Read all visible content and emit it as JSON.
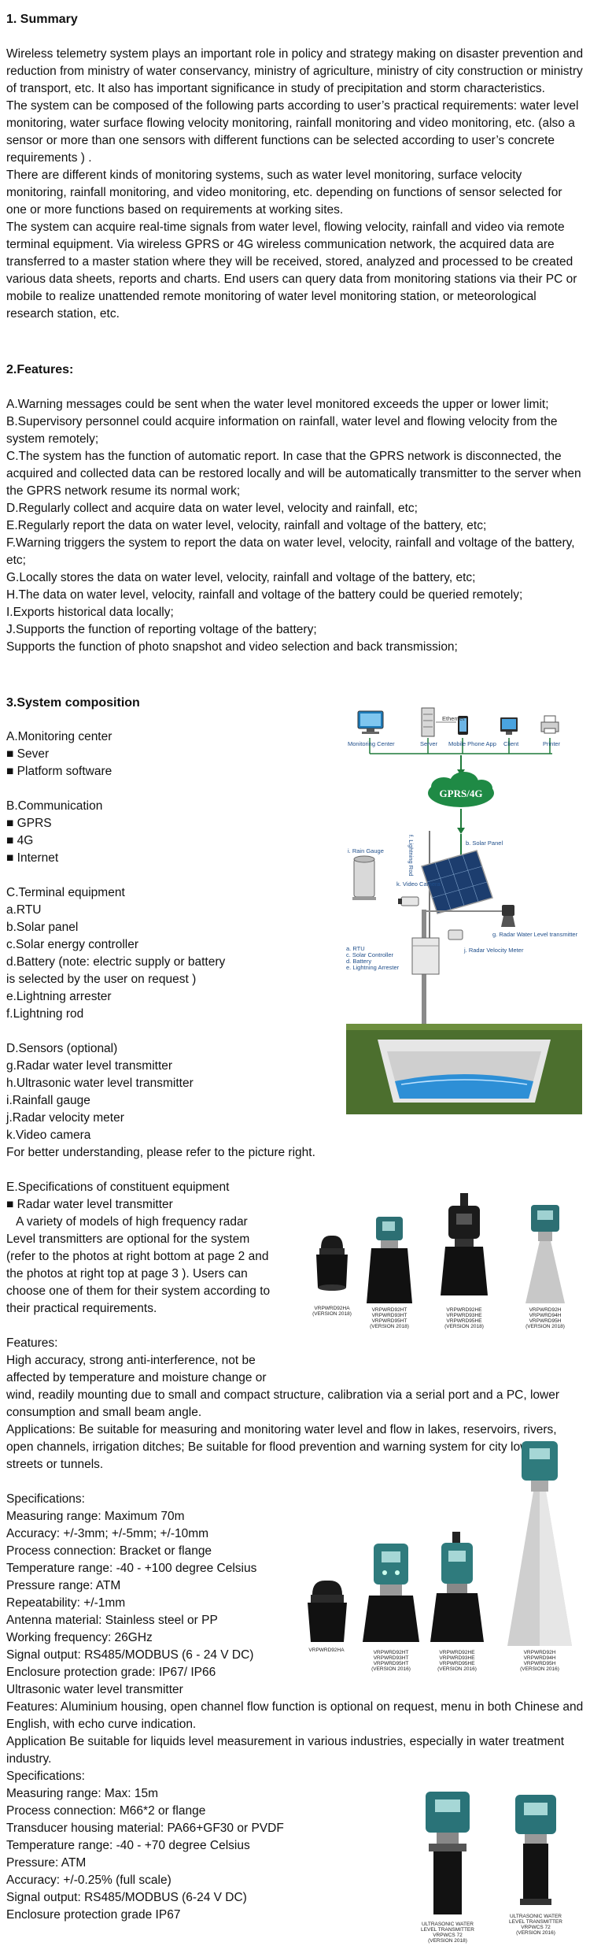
{
  "summary": {
    "title": "1. Summary",
    "paragraphs": [
      "Wireless telemetry system plays an important role in policy and strategy making on  disaster prevention and reduction from ministry of water conservancy, ministry of agriculture, ministry of city construction or ministry of transport, etc. It also has important significance in study of precipitation and storm characteristics.",
      "The system can be composed of the following parts according to user’s practical requirements: water level monitoring, water surface flowing velocity monitoring, rainfall monitoring and video monitoring, etc. (also a sensor or more than one sensors with different functions can be selected according to user’s concrete requirements ) .",
      "There are different kinds of monitoring systems, such as water level monitoring, surface velocity monitoring, rainfall monitoring, and video monitoring, etc. depending on functions of sensor selected for one or more functions based on requirements at working sites.",
      "The system can acquire real-time signals from water level, flowing velocity, rainfall and video via remote terminal equipment. Via wireless GPRS or 4G wireless communication network, the acquired data are transferred to a master station where they will be received, stored, analyzed and processed to be created various data sheets, reports and charts. End users can query data from monitoring stations via their PC or mobile to realize unattended remote monitoring of water level monitoring station, or meteorological research station, etc."
    ]
  },
  "features": {
    "title": "2.Features:",
    "items": [
      "A.Warning messages could be sent when the water level monitored exceeds the upper or  lower limit;",
      "B.Supervisory personnel could acquire information on rainfall, water level and flowing velocity from the system remotely;",
      "C.The system has the function of automatic report. In case that the GPRS network is disconnected, the acquired and collected data can be restored locally and will be automatically transmitter to the server when the GPRS network resume its normal work;",
      "D.Regularly collect and acquire data on water level, velocity and rainfall, etc;",
      "E.Regularly report the data on water level, velocity, rainfall and voltage of the battery, etc;",
      "F.Warning triggers the system to report the data on water level, velocity, rainfall and voltage of the battery, etc;",
      "G.Locally stores the data on water level, velocity, rainfall and voltage of the battery, etc;",
      "H.The data on water level, velocity, rainfall and voltage of the battery could be queried remotely;",
      "I.Exports historical data locally;",
      "J.Supports the function of reporting voltage of the battery;",
      "Supports the function of photo snapshot and video selection and back transmission;"
    ]
  },
  "composition": {
    "title": "3.System composition",
    "lines": [
      "A.Monitoring center",
      "■ Sever",
      "■ Platform software",
      "",
      "B.Communication",
      "■ GPRS",
      "■ 4G",
      "■ Internet",
      "",
      "C.Terminal equipment",
      "a.RTU",
      "b.Solar panel",
      "c.Solar energy controller",
      "d.Battery (note: electric supply or battery",
      "is selected by the user on request )",
      "e.Lightning arrester",
      "f.Lightning rod",
      "",
      "D.Sensors (optional)",
      "g.Radar water level transmitter",
      "h.Ultrasonic water level transmitter",
      "i.Rainfall gauge",
      "j.Radar velocity meter",
      "k.Video camera"
    ],
    "note": "For better understanding, please refer to the picture right."
  },
  "diagram": {
    "top_labels": [
      "Monitoring Center",
      "Server",
      "Mobile Phone App",
      "Client",
      "Printer"
    ],
    "ethernet": "Ethernet",
    "cloud": "GPRS/4G",
    "rain_gauge": "i. Rain Gauge",
    "lightning_rod": "f. Lightning Rod",
    "solar_panel": "b. Solar Panel",
    "video_camera": "k. Video Camera",
    "radar_level": "g. Radar Water Level transmitter",
    "radar_velocity": "j. Radar Velocity Meter",
    "box_labels": [
      "a. RTU",
      "c. Solar Controller",
      "d. Battery",
      "e. Lightning Arrester"
    ]
  },
  "specs": {
    "heading": "E.Specifications of constituent equipment",
    "radar_title": "■ Radar water level transmitter",
    "radar_intro": [
      "   A variety of models of high frequency radar",
      "Level transmitters are optional for the system",
      "(refer to the photos at right bottom at page 2 and",
      "the photos at right top at page 3 ). Users can",
      "choose one of them for their system according to",
      "their practical requirements."
    ],
    "features_label": "Features:",
    "features_lines": [
      "High accuracy, strong anti-interference, not be",
      "affected by temperature and moisture change or"
    ],
    "features_full": "wind, readily mounting due to small and compact structure, calibration via a serial port and a PC, lower consumption and small beam angle.",
    "applications": "Applications: Be suitable for measuring and monitoring water level and flow in lakes, reservoirs, rivers, open channels, irrigation ditches; Be suitable for flood prevention and warning system for city low-lying streets or tunnels.",
    "spec_label": "Specifications:",
    "radar_specs": [
      "Measuring range: Maximum 70m",
      "Accuracy: +/-3mm; +/-5mm; +/-10mm",
      "Process connection: Bracket or flange",
      "Temperature range: -40 - +100 degree Celsius",
      "Pressure range: ATM",
      "Repeatability: +/-1mm",
      "Antenna material: Stainless steel or PP",
      "Working frequency: 26GHz",
      "Signal output: RS485/MODBUS (6 - 24 V DC)",
      "Enclosure protection grade: IP67/ IP66"
    ],
    "ultra_title": "Ultrasonic water level transmitter",
    "ultra_features": "Features: Aluminium housing, open channel flow function is optional on request, menu in both Chinese and English, with echo curve indication.",
    "ultra_app": "Application Be suitable for liquids level measurement in various industries, especially in water treatment industry.",
    "ultra_spec_label": "Specifications:",
    "ultra_specs": [
      "Measuring range: Max: 15m",
      "Process connection: M66*2 or flange",
      "Transducer housing material: PA66+GF30 or PVDF",
      "Temperature range: -40 - +70 degree Celsius",
      "Pressure: ATM",
      "Accuracy: +/-0.25% (full scale)",
      "Signal output: RS485/MODBUS (6-24 V DC)",
      "Enclosure protection grade IP67"
    ]
  },
  "captions": {
    "row1": [
      [
        "VRPWRD92HA",
        "(VERSION 2018)"
      ],
      [
        "VRPWRD92HT",
        "VRPWRD93HT",
        "VRPWRD95HT",
        "(VERSION 2018)"
      ],
      [
        "VRPWRD92HE",
        "VRPWRD93HE",
        "VRPWRD95HE",
        "(VERSION 2018)"
      ],
      [
        "VRPWRD92H",
        "VRPWRD94H",
        "VRPWRD95H",
        "(VERSION 2018)"
      ]
    ],
    "row2": [
      [
        "VRPWRD92HA"
      ],
      [
        "VRPWRD92HT",
        "VRPWRD93HT",
        "VRPWRD95HT",
        "(VERSION 2016)"
      ],
      [
        "VRPWRD92HE",
        "VRPWRD93HE",
        "VRPWRD95HE",
        "(VERSION 2016)"
      ],
      [
        "VRPWRD92H",
        "VRPWRD94H",
        "VRPWRD95H",
        "(VERSION 2016)"
      ]
    ],
    "row3": [
      [
        "ULTRASONIC WATER",
        "LEVEL TRANSMITTER",
        "VRPWCS 72",
        "(VERSION 2018)"
      ],
      [
        "ULTRASONIC WATER",
        "LEVEL TRANSMITTER",
        "VRPWCS 72",
        "(VERSION 2016)"
      ]
    ]
  }
}
